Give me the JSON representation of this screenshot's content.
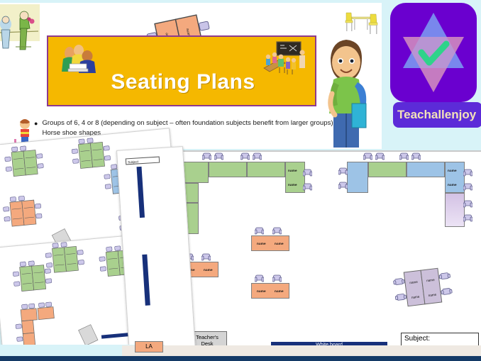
{
  "slide": {
    "title": "Seating Plans",
    "bullets": [
      "Groups of 6, 4 or 8 (depending on subject – often foundation subjects benefit from larger groups).",
      "Horse shoe shapes"
    ],
    "banner_color": "#f5b800",
    "banner_border_color": "#8d3a8d",
    "background_color": "#d8f3f8"
  },
  "logo": {
    "brand": "Teachallenjoy",
    "badge_color": "#6a00cf",
    "name_plate_color": "#5c2bd8",
    "check_color": "#2fd38a",
    "icon": "six-pointed-star-with-check"
  },
  "plan": {
    "teacher_desk_label_line1": "Teacher's",
    "teacher_desk_label_line2": "Desk",
    "whiteboard_label": "White board",
    "subject_label": "Subject:",
    "desk_name_label": "name",
    "colors": {
      "green": "#a9d08e",
      "blue": "#9dc3e6",
      "purple": "#ccc0da",
      "orange": "#f4a97e",
      "whiteboard": "#17307a",
      "teacher_desk": "#d4d4d4"
    },
    "left_horseshoe_name_labels": [
      "name",
      "name"
    ],
    "right_horseshoe_name_labels": [
      "name",
      "name"
    ],
    "orange_tables": [
      {
        "labels": [
          "name",
          "name"
        ]
      },
      {
        "labels": [
          "name",
          "name"
        ]
      },
      {
        "labels": [
          "name",
          "name"
        ]
      }
    ],
    "angled_purple_table_labels": [
      "name",
      "name",
      "name",
      "name"
    ]
  },
  "thumbnails": {
    "subject_tag": "Subject",
    "la_label": "LA",
    "whiteboard_label": "White board",
    "teacher_desk_label": "Teacher's Desk"
  },
  "title_clip_table_labels": [
    "name",
    "name",
    "name",
    "name"
  ]
}
